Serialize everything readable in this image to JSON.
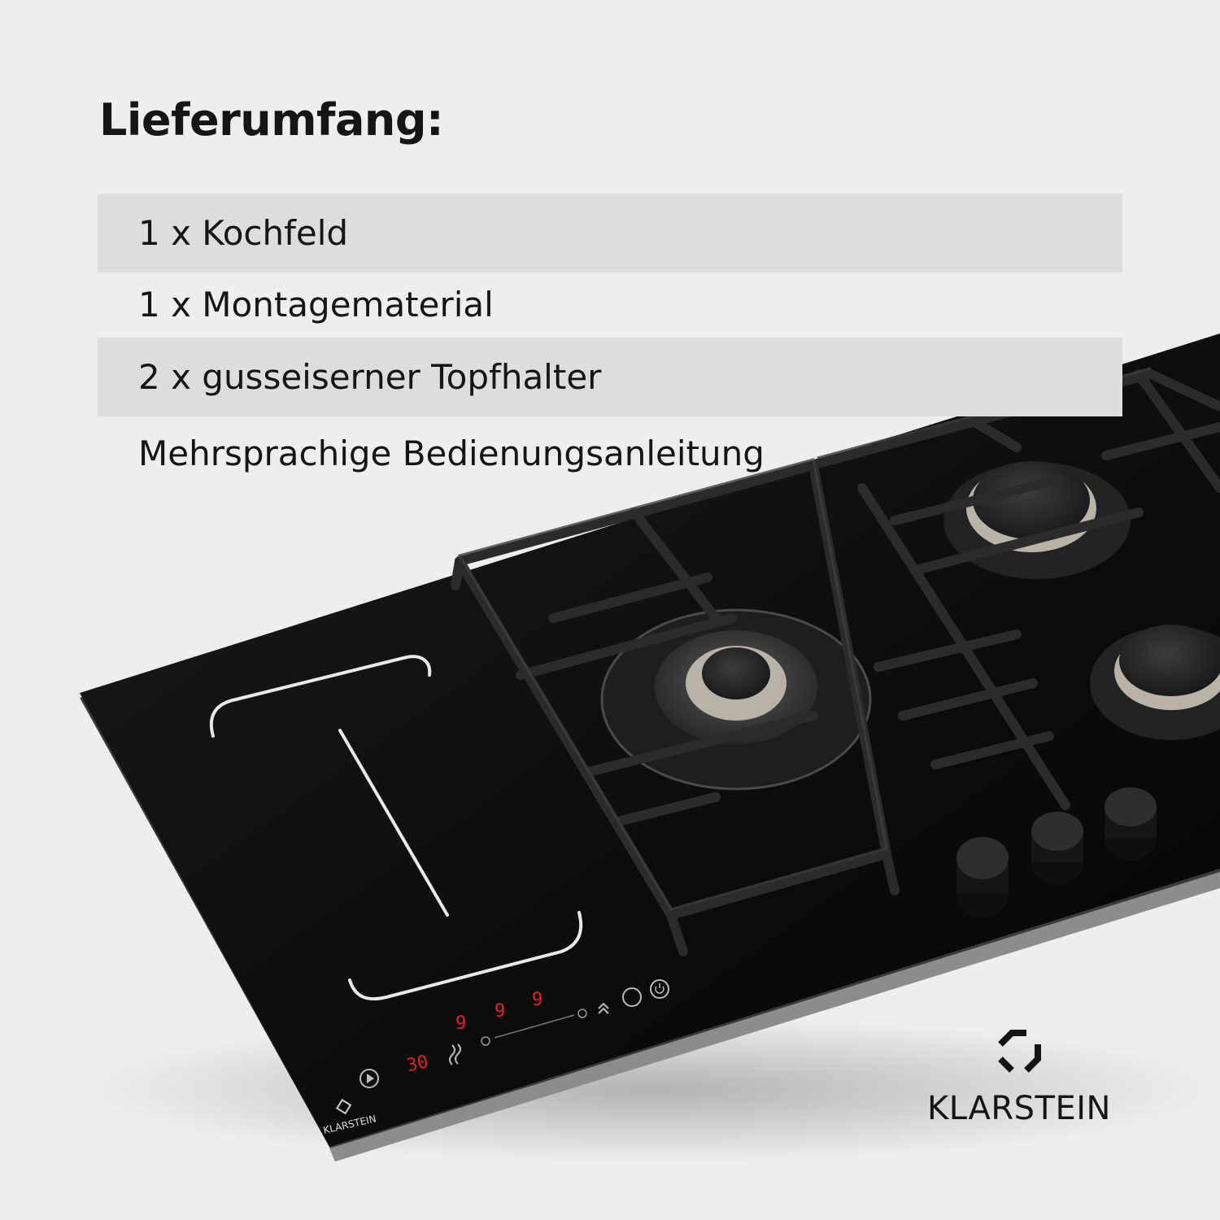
{
  "heading": "Lieferumfang:",
  "items": [
    {
      "label": "1 x Kochfeld"
    },
    {
      "label": "1 x Montagematerial"
    },
    {
      "label": "2 x gusseiserner Topfhalter"
    },
    {
      "label": "Mehrsprachige Bedienungsanleitung"
    }
  ],
  "hob": {
    "display_levels": [
      "9",
      "9",
      "9"
    ],
    "timer": "30",
    "logo_text": "KLARSTEIN"
  },
  "brand": {
    "name": "KLARSTEIN"
  },
  "colors": {
    "background": "#efeeed",
    "row_shade": "#dedddc",
    "text": "#151515",
    "display_red": "#e02424"
  }
}
